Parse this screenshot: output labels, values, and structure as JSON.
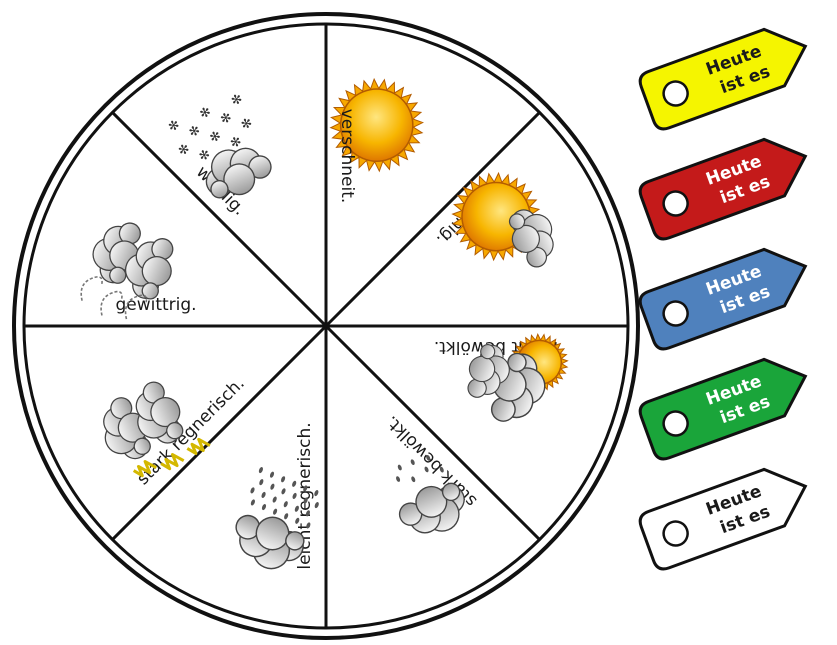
{
  "wheel": {
    "sectors": [
      {
        "id": "sonnig",
        "label": "sonnig.",
        "icon": "sun-icon"
      },
      {
        "id": "leicht-bewoelkt",
        "label": "leicht bewölkt.",
        "icon": "sun-behind-cloud-icon"
      },
      {
        "id": "stark-bewoelkt",
        "label": "stark bewölkt.",
        "icon": "sun-behind-large-cloud-icon"
      },
      {
        "id": "leicht-regnerisch",
        "label": "leicht regnerisch.",
        "icon": "light-rain-cloud-icon"
      },
      {
        "id": "stark-regnerisch",
        "label": "stark regnerisch.",
        "icon": "heavy-rain-cloud-icon"
      },
      {
        "id": "gewittrig",
        "label": "gewittrig.",
        "icon": "thunderstorm-cloud-icon"
      },
      {
        "id": "windig",
        "label": "windig.",
        "icon": "wind-cloud-icon"
      },
      {
        "id": "verschneit",
        "label": "verschneit.",
        "icon": "snow-cloud-icon"
      }
    ]
  },
  "tags": [
    {
      "line1": "Heute",
      "line2": "ist es",
      "fill": "#f5f500",
      "text_color": "#1a1a1a"
    },
    {
      "line1": "Heute",
      "line2": "ist es",
      "fill": "#c41a1a",
      "text_color": "#ffffff"
    },
    {
      "line1": "Heute",
      "line2": "ist es",
      "fill": "#4f81bd",
      "text_color": "#ffffff"
    },
    {
      "line1": "Heute",
      "line2": "ist es",
      "fill": "#1aa53a",
      "text_color": "#ffffff"
    },
    {
      "line1": "Heute",
      "line2": "ist es",
      "fill": "#ffffff",
      "text_color": "#1a1a1a"
    }
  ]
}
